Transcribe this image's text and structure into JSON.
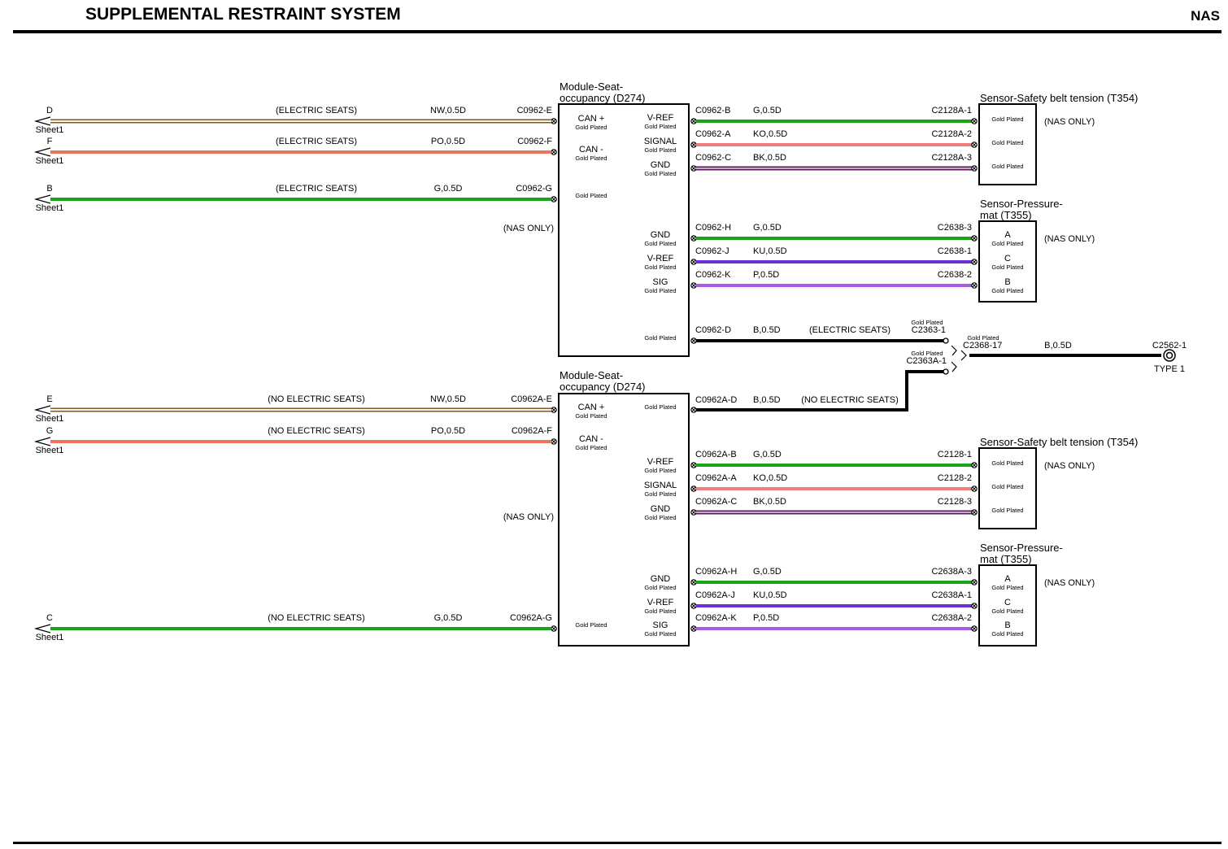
{
  "header": {
    "title": "SUPPLEMENTAL RESTRAINT SYSTEM",
    "market": "NAS"
  },
  "colors": {
    "G": "#19a319",
    "NW": "#d8b98f",
    "PO": "#e8765c",
    "KO": "#ef7d7d",
    "BK": "#5a1a5a",
    "KU": "#6a2fd8",
    "P": "#a75ce6",
    "B": "#000000",
    "outline": "#000000"
  },
  "modules": [
    {
      "name": "Module-Seat-occupancy (D274)",
      "name_lines": [
        "Module-Seat-",
        "occupancy (D274)"
      ],
      "nas_only_label": "(NAS ONLY)",
      "left_pins": [
        {
          "name": "CAN +",
          "gp": "Gold Plated"
        },
        {
          "name": "CAN -",
          "gp": "Gold Plated"
        },
        {
          "name": "",
          "gp": "Gold Plated"
        }
      ],
      "right_pins": [
        {
          "name": "V-REF",
          "gp": "Gold Plated"
        },
        {
          "name": "SIGNAL",
          "gp": "Gold Plated"
        },
        {
          "name": "GND",
          "gp": "Gold Plated"
        },
        {
          "name": "GND",
          "gp": "Gold Plated"
        },
        {
          "name": "V-REF",
          "gp": "Gold Plated"
        },
        {
          "name": "SIG",
          "gp": "Gold Plated"
        },
        {
          "name": "",
          "gp": "Gold Plated"
        }
      ]
    },
    {
      "name": "Module-Seat-occupancy (D274)",
      "name_lines": [
        "Module-Seat-",
        "occupancy (D274)"
      ],
      "nas_only_label": "(NAS ONLY)",
      "left_pins": [
        {
          "name": "CAN +",
          "gp": "Gold Plated"
        },
        {
          "name": "CAN -",
          "gp": "Gold Plated"
        },
        {
          "name": "",
          "gp": "Gold Plated"
        }
      ],
      "right_pins": [
        {
          "name": "",
          "gp": "Gold Plated"
        },
        {
          "name": "V-REF",
          "gp": "Gold Plated"
        },
        {
          "name": "SIGNAL",
          "gp": "Gold Plated"
        },
        {
          "name": "GND",
          "gp": "Gold Plated"
        },
        {
          "name": "GND",
          "gp": "Gold Plated"
        },
        {
          "name": "V-REF",
          "gp": "Gold Plated"
        },
        {
          "name": "SIG",
          "gp": "Gold Plated"
        }
      ]
    }
  ],
  "left_wires": [
    {
      "letter": "D",
      "sheet": "Sheet1",
      "note": "(ELECTRIC SEATS)",
      "code": "NW,0.5D",
      "conn": "C0962-E",
      "color": "NW"
    },
    {
      "letter": "F",
      "sheet": "Sheet1",
      "note": "(ELECTRIC SEATS)",
      "code": "PO,0.5D",
      "conn": "C0962-F",
      "color": "PO"
    },
    {
      "letter": "B",
      "sheet": "Sheet1",
      "note": "(ELECTRIC SEATS)",
      "code": "G,0.5D",
      "conn": "C0962-G",
      "color": "G"
    },
    {
      "letter": "E",
      "sheet": "Sheet1",
      "note": "(NO ELECTRIC SEATS)",
      "code": "NW,0.5D",
      "conn": "C0962A-E",
      "color": "NW"
    },
    {
      "letter": "G",
      "sheet": "Sheet1",
      "note": "(NO ELECTRIC SEATS)",
      "code": "PO,0.5D",
      "conn": "C0962A-F",
      "color": "PO"
    },
    {
      "letter": "C",
      "sheet": "Sheet1",
      "note": "(NO ELECTRIC SEATS)",
      "code": "G,0.5D",
      "conn": "C0962A-G",
      "color": "G"
    }
  ],
  "right_wires": [
    {
      "from": "C0962-B",
      "code": "G,0.5D",
      "to": "C2128A-1",
      "color": "G"
    },
    {
      "from": "C0962-A",
      "code": "KO,0.5D",
      "to": "C2128A-2",
      "color": "KO"
    },
    {
      "from": "C0962-C",
      "code": "BK,0.5D",
      "to": "C2128A-3",
      "color": "BK"
    },
    {
      "from": "C0962-H",
      "code": "G,0.5D",
      "to": "C2638-3",
      "color": "G"
    },
    {
      "from": "C0962-J",
      "code": "KU,0.5D",
      "to": "C2638-1",
      "color": "KU"
    },
    {
      "from": "C0962-K",
      "code": "P,0.5D",
      "to": "C2638-2",
      "color": "P"
    },
    {
      "from": "C0962A-B",
      "code": "G,0.5D",
      "to": "C2128-1",
      "color": "G"
    },
    {
      "from": "C0962A-A",
      "code": "KO,0.5D",
      "to": "C2128-2",
      "color": "KO"
    },
    {
      "from": "C0962A-C",
      "code": "BK,0.5D",
      "to": "C2128-3",
      "color": "BK"
    },
    {
      "from": "C0962A-H",
      "code": "G,0.5D",
      "to": "C2638A-3",
      "color": "G"
    },
    {
      "from": "C0962A-J",
      "code": "KU,0.5D",
      "to": "C2638A-1",
      "color": "KU"
    },
    {
      "from": "C0962A-K",
      "code": "P,0.5D",
      "to": "C2638A-2",
      "color": "P"
    }
  ],
  "sensors": [
    {
      "name_lines": [
        "Sensor-Safety belt tension (T354)"
      ],
      "nas_only": "(NAS ONLY)",
      "pins": [
        {
          "name": "",
          "gp": "Gold Plated"
        },
        {
          "name": "",
          "gp": "Gold Plated"
        },
        {
          "name": "",
          "gp": "Gold Plated"
        }
      ]
    },
    {
      "name_lines": [
        "Sensor-Pressure-",
        "mat (T355)"
      ],
      "nas_only": "(NAS ONLY)",
      "pins": [
        {
          "name": "A",
          "gp": "Gold Plated"
        },
        {
          "name": "C",
          "gp": "Gold Plated"
        },
        {
          "name": "B",
          "gp": "Gold Plated"
        }
      ]
    },
    {
      "name_lines": [
        "Sensor-Safety belt tension (T354)"
      ],
      "nas_only": "(NAS ONLY)",
      "pins": [
        {
          "name": "",
          "gp": "Gold Plated"
        },
        {
          "name": "",
          "gp": "Gold Plated"
        },
        {
          "name": "",
          "gp": "Gold Plated"
        }
      ]
    },
    {
      "name_lines": [
        "Sensor-Pressure-",
        "mat (T355)"
      ],
      "nas_only": "(NAS ONLY)",
      "pins": [
        {
          "name": "A",
          "gp": "Gold Plated"
        },
        {
          "name": "C",
          "gp": "Gold Plated"
        },
        {
          "name": "B",
          "gp": "Gold Plated"
        }
      ]
    }
  ],
  "ground": {
    "upper": {
      "from": "C0962-D",
      "code": "B,0.5D",
      "note": "(ELECTRIC SEATS)",
      "to": "C2363-1",
      "gp": "Gold Plated"
    },
    "lower": {
      "from": "C0962A-D",
      "code": "B,0.5D",
      "note": "(NO ELECTRIC SEATS)",
      "to": "C2363A-1",
      "gp": "Gold Plated"
    },
    "splice": {
      "conn": "C2368-17",
      "gp": "Gold Plated"
    },
    "out": {
      "code": "B,0.5D",
      "conn": "C2562-1",
      "type": "TYPE 1"
    }
  }
}
